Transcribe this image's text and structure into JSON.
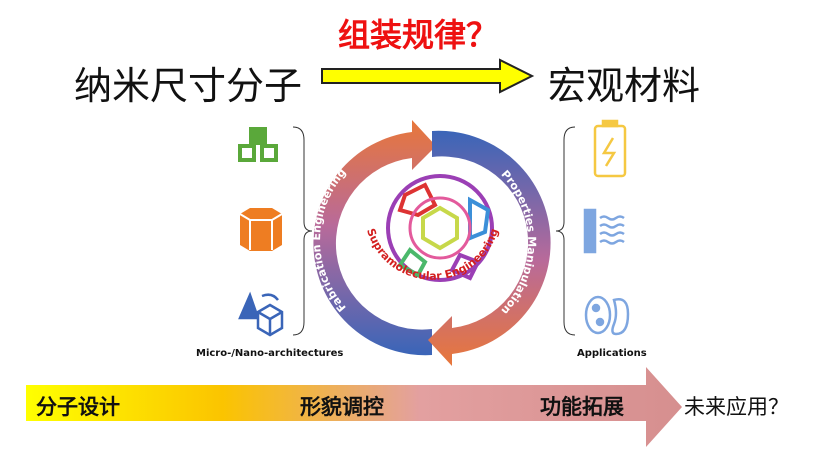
{
  "header": {
    "question": "组装规律？",
    "left": "纳米尺寸分子",
    "right": "宏观材料"
  },
  "diagram": {
    "left_label": "Micro-/Nano-architectures",
    "right_label": "Applications",
    "left_arc": "Fabrication Engineering",
    "right_arc": "Properties Manipulation",
    "center": "Supramolecular Engineering",
    "left_icons": [
      "cubes-icon",
      "hexagonal-prism-icon",
      "shape-transform-icon"
    ],
    "right_icons": [
      "battery-icon",
      "heat-exchange-icon",
      "cell-icon"
    ]
  },
  "bottom": {
    "stage1": "分子设计",
    "stage2": "形貌调控",
    "stage3": "功能拓展",
    "future": "未来应用？"
  },
  "colors": {
    "red": "#ee1111",
    "orange": "#e8773a",
    "blue": "#3a65b8",
    "green": "#5aa83a",
    "yellow": "#f5c842",
    "light_blue": "#7ea6e0"
  }
}
